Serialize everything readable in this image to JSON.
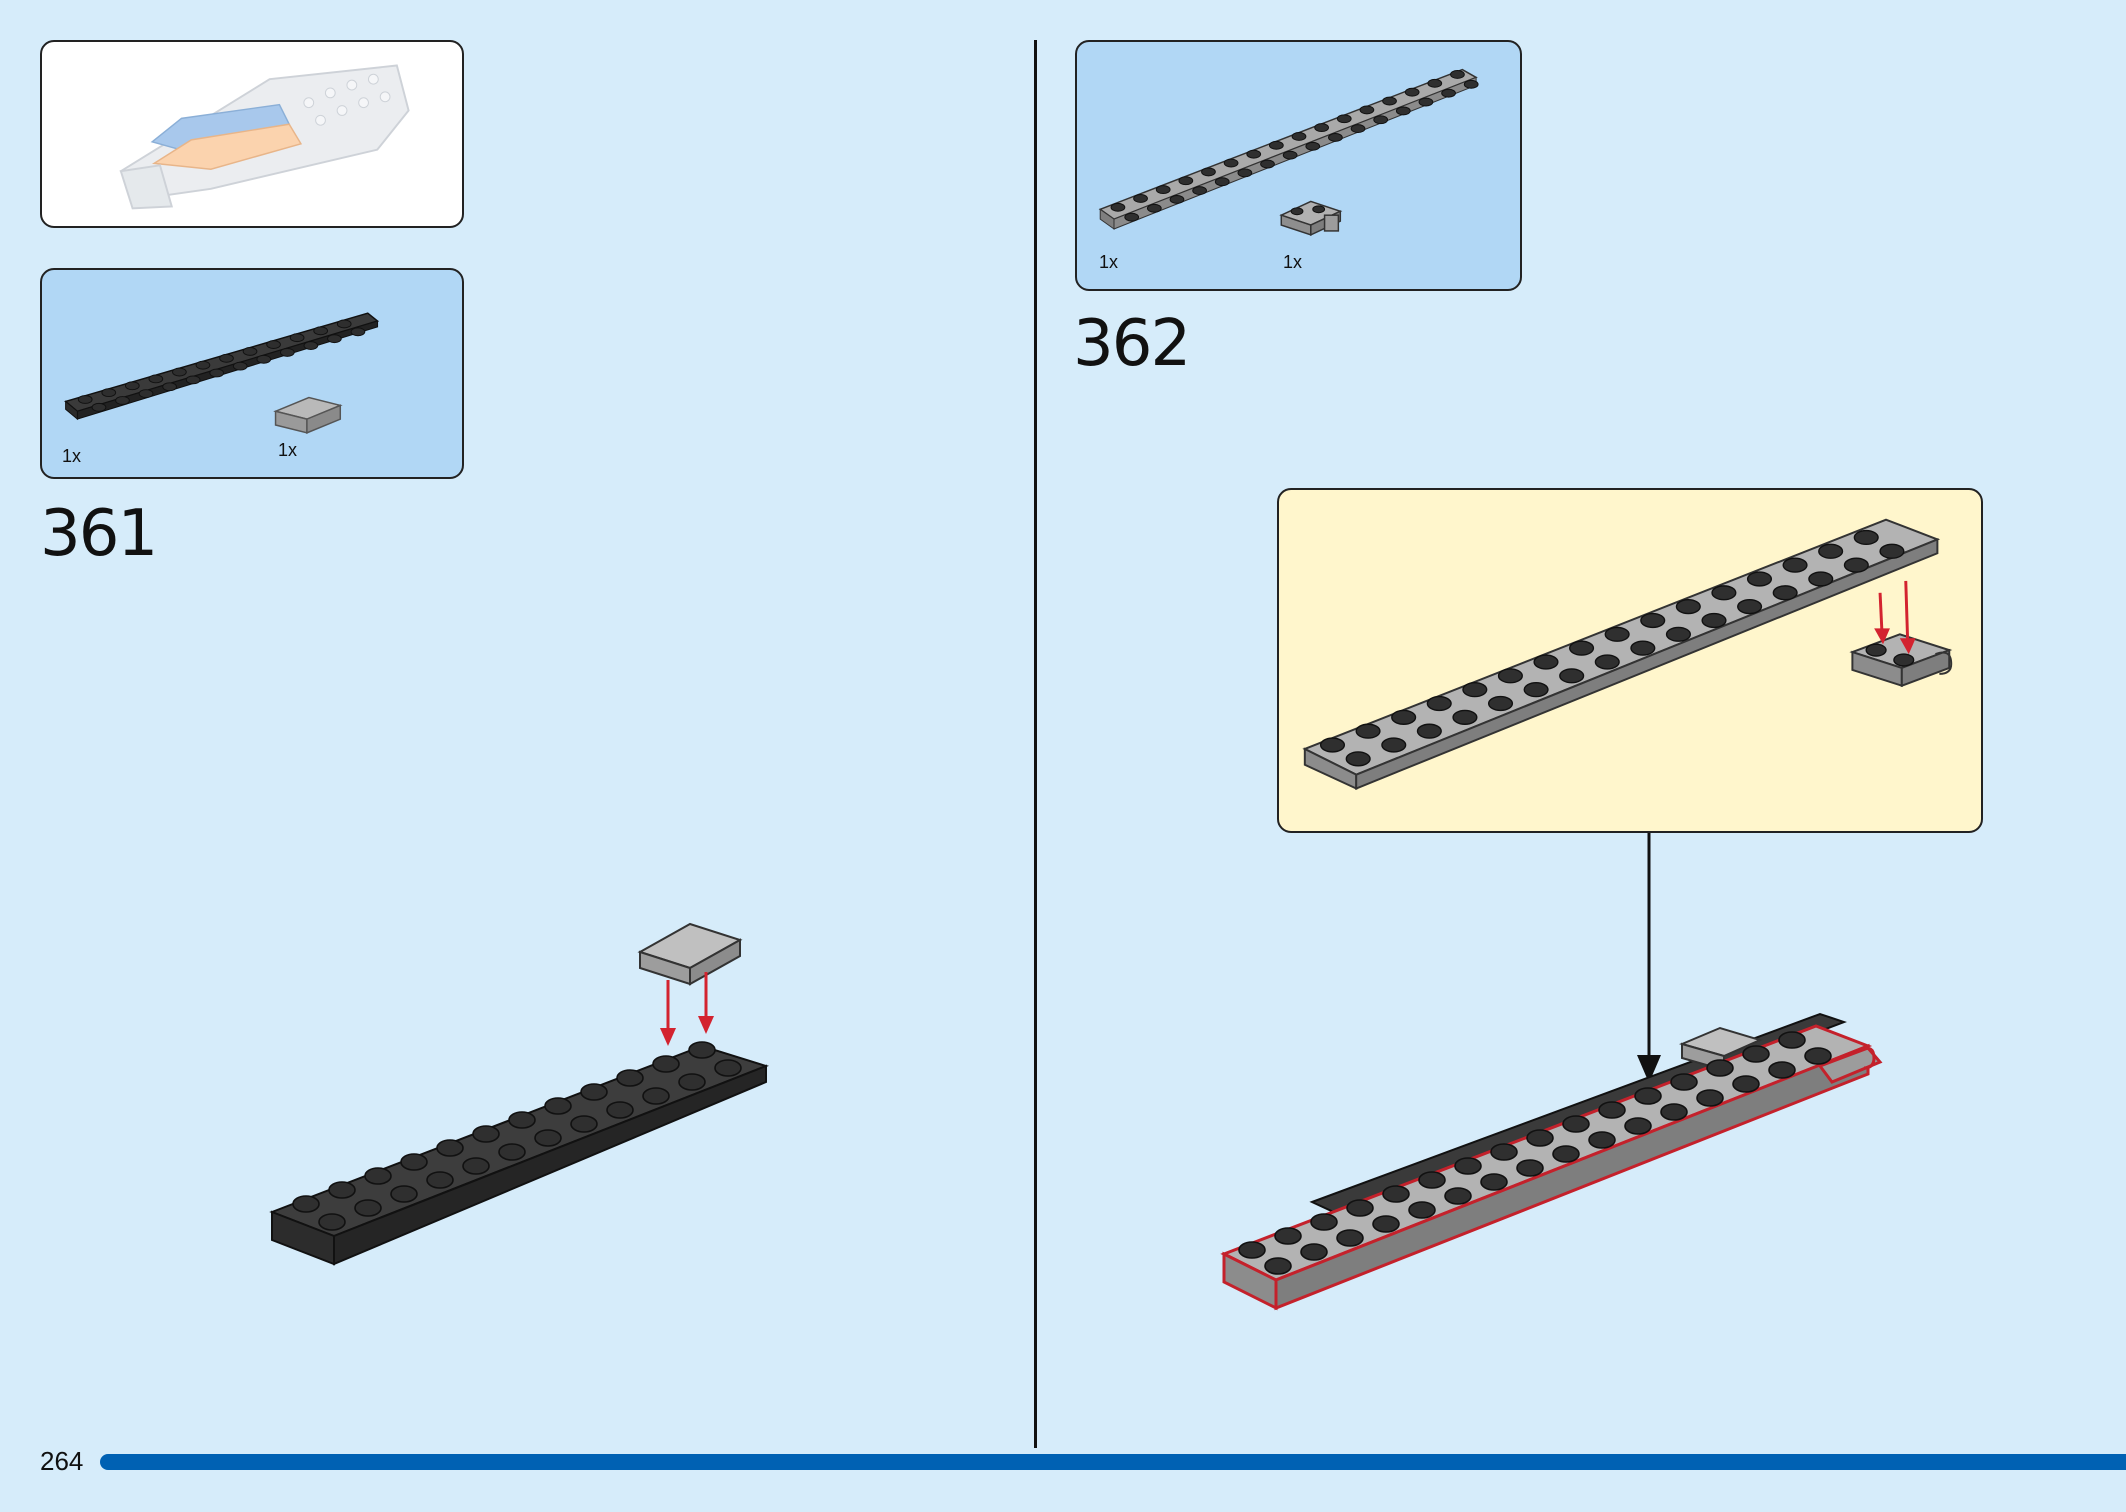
{
  "page": {
    "page_number": "264",
    "progress_percent": 100
  },
  "colors": {
    "background": "#d6ecfa",
    "parts_panel": "#b1d7f5",
    "callout_panel": "#fff6cc",
    "progress_bar": "#0061b3",
    "arrow_red": "#d3232f",
    "highlight_red": "#c4212b"
  },
  "left": {
    "model_preview": {
      "icon": "completed-model-preview"
    },
    "parts_list": {
      "items": [
        {
          "part": "black-plate-2x12",
          "quantity": "1x"
        },
        {
          "part": "grey-tile-1x2",
          "quantity": "1x"
        }
      ]
    },
    "step": {
      "number": "361"
    }
  },
  "right": {
    "parts_list": {
      "items": [
        {
          "part": "grey-plate-2x16",
          "quantity": "1x"
        },
        {
          "part": "grey-plate-clip",
          "quantity": "1x"
        }
      ]
    },
    "step": {
      "number": "362"
    },
    "callout": {
      "icon": "sub-assembly-callout"
    }
  }
}
